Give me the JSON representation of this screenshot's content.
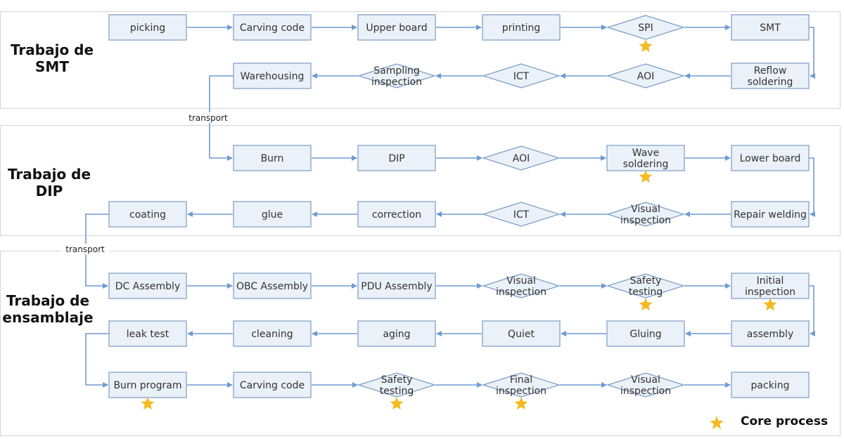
{
  "sections": [
    {
      "id": "smt",
      "label": "Trabajo de\nSMT"
    },
    {
      "id": "dip",
      "label": "Trabajo de\nDIP"
    },
    {
      "id": "asm",
      "label": "Trabajo de\nensamblaje"
    }
  ],
  "transport_label": "transport",
  "legend": {
    "label": "Core process",
    "icon": "star-icon"
  },
  "colors": {
    "node_fill": "#eaf1f8",
    "node_stroke": "#7a9cc4",
    "arrow": "#6f9bd0",
    "star": "#f5b921"
  },
  "rows": [
    {
      "section": "smt",
      "direction": "right",
      "nodes": [
        {
          "label": "picking",
          "shape": "rect",
          "core": false
        },
        {
          "label": "Carving code",
          "shape": "rect",
          "core": false
        },
        {
          "label": "Upper board",
          "shape": "rect",
          "core": false
        },
        {
          "label": "printing",
          "shape": "rect",
          "core": false
        },
        {
          "label": "SPI",
          "shape": "diamond",
          "core": true
        },
        {
          "label": "SMT",
          "shape": "rect",
          "core": false
        }
      ]
    },
    {
      "section": "smt",
      "direction": "left",
      "nodes": [
        {
          "label": "Warehousing",
          "shape": "rect",
          "core": false
        },
        {
          "label": "Sampling\ninspection",
          "shape": "diamond",
          "core": false
        },
        {
          "label": "ICT",
          "shape": "diamond",
          "core": false
        },
        {
          "label": "AOI",
          "shape": "diamond",
          "core": false
        },
        {
          "label": "Reflow\nsoldering",
          "shape": "rect",
          "core": false
        }
      ]
    },
    {
      "section": "dip",
      "direction": "right",
      "nodes": [
        {
          "label": "Burn",
          "shape": "rect",
          "core": false
        },
        {
          "label": "DIP",
          "shape": "rect",
          "core": false
        },
        {
          "label": "AOI",
          "shape": "diamond",
          "core": false
        },
        {
          "label": "Wave\nsoldering",
          "shape": "rect",
          "core": true
        },
        {
          "label": "Lower board",
          "shape": "rect",
          "core": false
        }
      ]
    },
    {
      "section": "dip",
      "direction": "left",
      "nodes": [
        {
          "label": "coating",
          "shape": "rect",
          "core": false
        },
        {
          "label": "glue",
          "shape": "rect",
          "core": false
        },
        {
          "label": "correction",
          "shape": "rect",
          "core": false
        },
        {
          "label": "ICT",
          "shape": "diamond",
          "core": false
        },
        {
          "label": "Visual\ninspection",
          "shape": "diamond",
          "core": false
        },
        {
          "label": "Repair welding",
          "shape": "rect",
          "core": false
        }
      ]
    },
    {
      "section": "asm",
      "direction": "right",
      "nodes": [
        {
          "label": "DC Assembly",
          "shape": "rect",
          "core": false
        },
        {
          "label": "OBC Assembly",
          "shape": "rect",
          "core": false
        },
        {
          "label": "PDU Assembly",
          "shape": "rect",
          "core": false
        },
        {
          "label": "Visual\ninspection",
          "shape": "diamond",
          "core": false
        },
        {
          "label": "Safety\ntesting",
          "shape": "diamond",
          "core": true
        },
        {
          "label": "Initial\ninspection",
          "shape": "rect",
          "core": true
        }
      ]
    },
    {
      "section": "asm",
      "direction": "left",
      "nodes": [
        {
          "label": "leak test",
          "shape": "rect",
          "core": false
        },
        {
          "label": "cleaning",
          "shape": "rect",
          "core": false
        },
        {
          "label": "aging",
          "shape": "rect",
          "core": false
        },
        {
          "label": "Quiet",
          "shape": "rect",
          "core": false
        },
        {
          "label": "Gluing",
          "shape": "rect",
          "core": false
        },
        {
          "label": "assembly",
          "shape": "rect",
          "core": false
        }
      ]
    },
    {
      "section": "asm",
      "direction": "right",
      "nodes": [
        {
          "label": "Burn program",
          "shape": "rect",
          "core": true
        },
        {
          "label": "Carving code",
          "shape": "rect",
          "core": false
        },
        {
          "label": "Safety\ntesting",
          "shape": "diamond",
          "core": true
        },
        {
          "label": "Final\ninspection",
          "shape": "diamond",
          "core": true
        },
        {
          "label": "Visual\ninspection",
          "shape": "diamond",
          "core": false
        },
        {
          "label": "packing",
          "shape": "rect",
          "core": false
        }
      ]
    }
  ]
}
